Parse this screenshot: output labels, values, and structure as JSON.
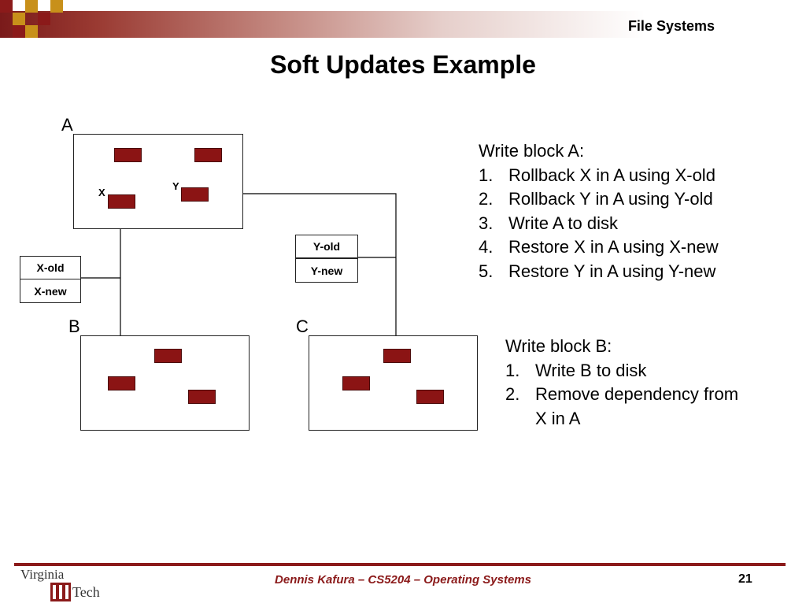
{
  "header": {
    "section": "File Systems"
  },
  "title": "Soft Updates Example",
  "blocks": {
    "a": "A",
    "b": "B",
    "c": "C"
  },
  "labels": {
    "x": "X",
    "y": "Y"
  },
  "versions": {
    "x_old": "X-old",
    "x_new": "X-new",
    "y_old": "Y-old",
    "y_new": "Y-new"
  },
  "write_a": {
    "heading": "Write block A:",
    "steps": [
      {
        "num": "1.",
        "text": "Rollback X in A using X-old"
      },
      {
        "num": "2.",
        "text": "Rollback Y in A using Y-old"
      },
      {
        "num": "3.",
        "text": "Write A to disk"
      },
      {
        "num": "4.",
        "text": "Restore X in A using X-new"
      },
      {
        "num": "5.",
        "text": "Restore Y in A using Y-new"
      }
    ]
  },
  "write_b": {
    "heading": "Write block B:",
    "steps": [
      {
        "num": "1.",
        "text": "Write B to disk"
      },
      {
        "num": "2.",
        "text": "Remove dependency from",
        "cont": "X in A"
      }
    ]
  },
  "footer": {
    "text": "Dennis Kafura – CS5204 – Operating Systems",
    "page": "21",
    "logo_text_1": "Virginia",
    "logo_text_2": "Tech"
  },
  "colors": {
    "accent": "#8b1a1a",
    "cell": "#8b1414"
  }
}
